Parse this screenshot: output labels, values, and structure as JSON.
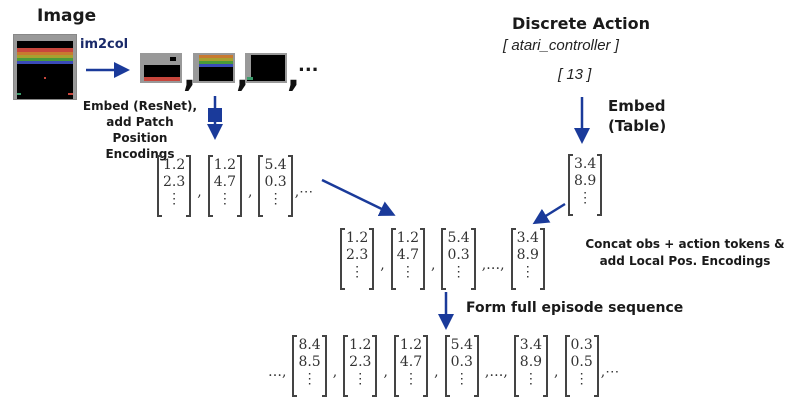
{
  "image_section": {
    "title": "Image",
    "im2col_label": "im2col",
    "embed_label_lines": [
      "Embed (ResNet),",
      "add Patch Position",
      "Encodings"
    ],
    "patch_ellipsis": "..."
  },
  "action_section": {
    "title": "Discrete Action",
    "controller": "[ atari_controller ]",
    "value": "[ 13 ]",
    "embed_label_lines": [
      "Embed",
      "(Table)"
    ],
    "embedding": [
      "3.4",
      "8.9",
      "⋮"
    ]
  },
  "patch_embeddings": {
    "vectors": [
      [
        "1.2",
        "2.3",
        "⋮"
      ],
      [
        "1.2",
        "4.7",
        "⋮"
      ],
      [
        "5.4",
        "0.3",
        "⋮"
      ]
    ],
    "separator": ",",
    "trailing": ",⋯"
  },
  "concat": {
    "vectors": [
      [
        "1.2",
        "2.3",
        "⋮"
      ],
      [
        "1.2",
        "4.7",
        "⋮"
      ],
      [
        "5.4",
        "0.3",
        "⋮"
      ],
      [
        "3.4",
        "8.9",
        "⋮"
      ]
    ],
    "middle_sep": ",…,",
    "label_lines": [
      "Concat obs + action tokens &",
      "add Local Pos. Encodings"
    ]
  },
  "episode": {
    "label": "Form full episode sequence",
    "leading": "…,",
    "vectors": [
      [
        "8.4",
        "8.5",
        "⋮"
      ],
      [
        "1.2",
        "2.3",
        "⋮"
      ],
      [
        "1.2",
        "4.7",
        "⋮"
      ],
      [
        "5.4",
        "0.3",
        "⋮"
      ],
      [
        "3.4",
        "8.9",
        "⋮"
      ],
      [
        "0.3",
        "0.5",
        "⋮"
      ]
    ],
    "middle_sep": ",…,",
    "trailing": ",⋯"
  },
  "colors": {
    "arrow": "#1a3a9a",
    "text": "#1a1a1a"
  }
}
